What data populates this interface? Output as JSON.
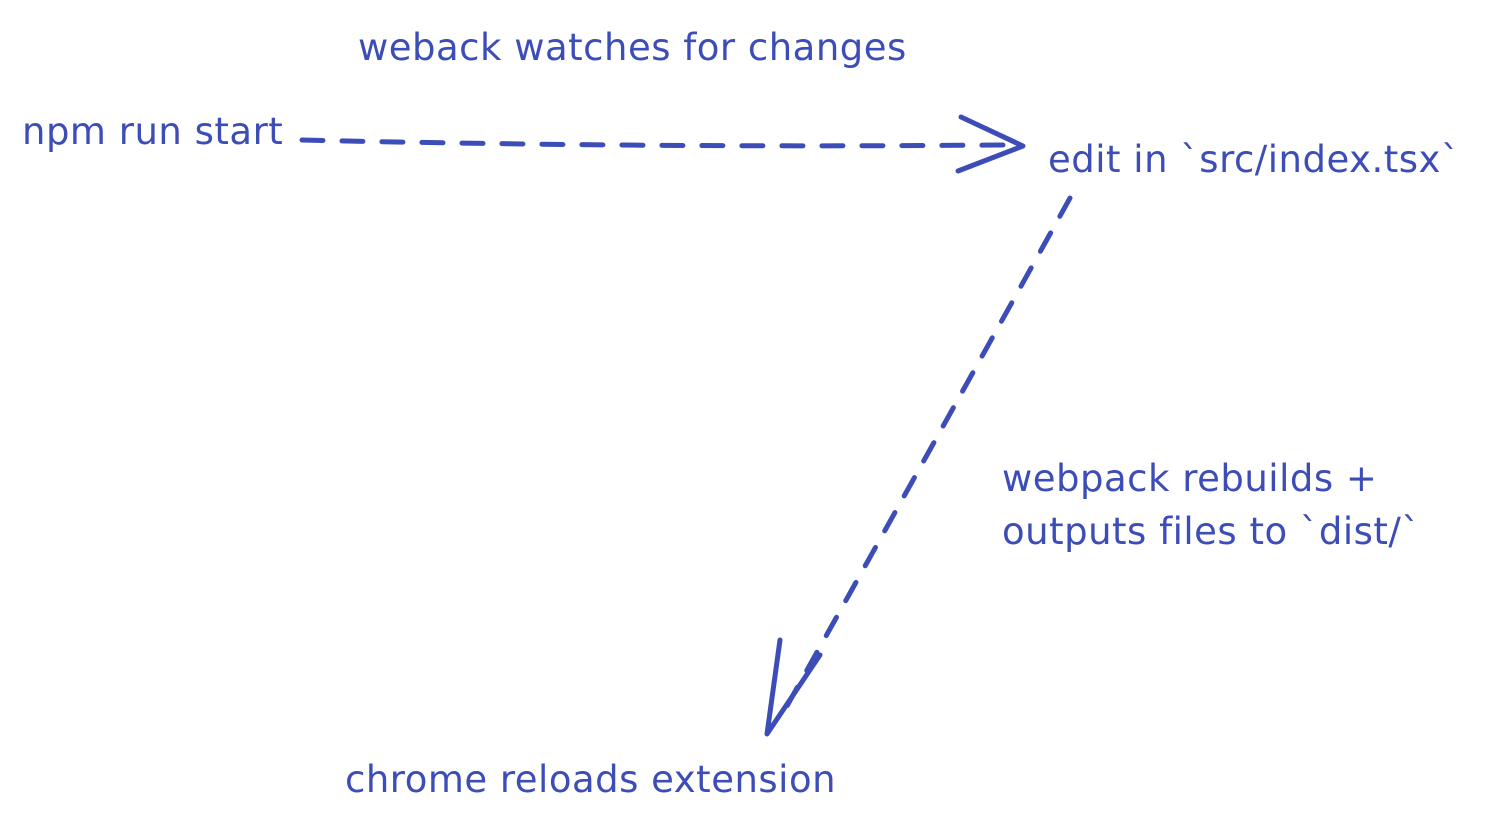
{
  "diagram": {
    "background_color": "#ffffff",
    "ink_color": "#3d4db8",
    "style": "hand-drawn",
    "nodes": {
      "npm_start": {
        "label": "npm run start"
      },
      "edit_src": {
        "label": "edit in `src/index.tsx`"
      },
      "chrome_reload": {
        "label": "chrome reloads extension"
      }
    },
    "notes": {
      "watch": {
        "label": "weback watches for changes"
      },
      "rebuild": {
        "line1": "webpack rebuilds +",
        "line2": "outputs files to `dist/`"
      }
    },
    "arrows": [
      {
        "name": "arrow-npm-to-edit",
        "from": "npm run start",
        "to": "edit in `src/index.tsx`",
        "line_style": "dashed",
        "direction": "right",
        "caption": "weback watches for changes"
      },
      {
        "name": "arrow-edit-to-chrome",
        "from": "edit in `src/index.tsx`",
        "to": "chrome reloads extension",
        "line_style": "dashed",
        "direction": "down-left",
        "caption": "webpack rebuilds + outputs files to `dist/`"
      }
    ]
  }
}
